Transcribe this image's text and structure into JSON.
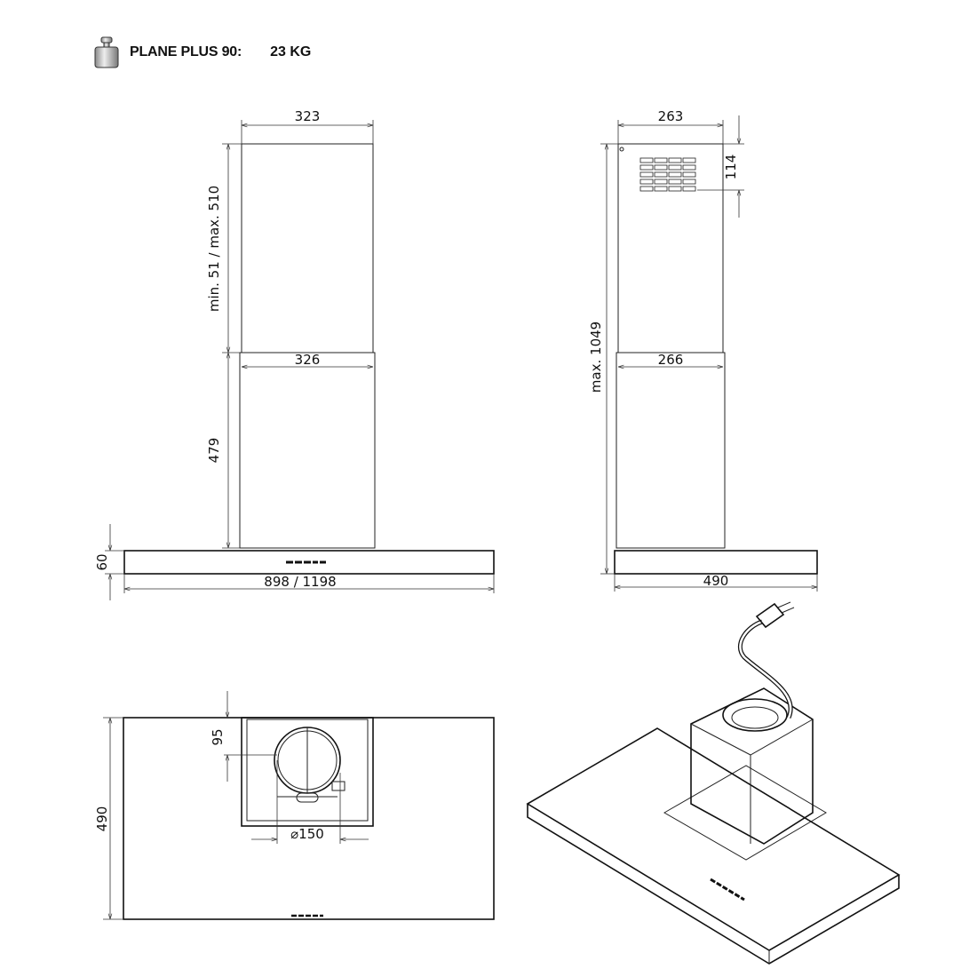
{
  "header": {
    "model": "PLANE PLUS  90:",
    "weight": "23 KG",
    "icon": "weight-icon"
  },
  "front_view": {
    "chimney_top_width": "323",
    "chimney_upper_height": "min. 51 / max. 510",
    "chimney_bottom_width": "326",
    "chimney_lower_height": "479",
    "hood_height": "60",
    "hood_width": "898 / 1198"
  },
  "side_view": {
    "chimney_top_depth": "263",
    "vent_offset": "114",
    "chimney_bottom_depth": "266",
    "total_height": "max. 1049",
    "hood_depth": "490"
  },
  "bottom_view": {
    "outlet_offset": "95",
    "hood_depth": "490",
    "outlet_diameter": "⌀150"
  }
}
